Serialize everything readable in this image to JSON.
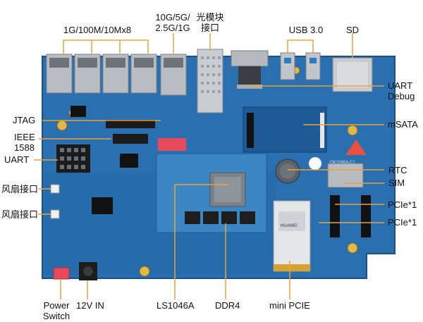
{
  "labels": {
    "ethernet_1g": "1G/100M/10Mx8",
    "ethernet_10g": "10G/5G/\n2.5G/1G",
    "optical_module": "光模块\n接口",
    "usb": "USB 3.0",
    "sd": "SD",
    "uart_debug": "UART\nDebug",
    "msata": "mSATA",
    "jtag": "JTAG",
    "ieee1588": "IEEE\n1588",
    "uart": "UART",
    "rtc": "RTC",
    "sim": "SIM",
    "fan1": "风扇接口",
    "fan2": "风扇接口",
    "pcie1": "PCIe*1",
    "pcie2": "PCIe*1",
    "power_switch": "Power\nSwitch",
    "power_in": "12V IN",
    "cpu": "LS1046A",
    "ddr": "DDR4",
    "mini_pcie": "mini PCIE"
  },
  "board_silkscreen": {
    "model": "OK1046A-C1",
    "module_brand": "HUAWEI"
  },
  "colors": {
    "board": "#2a6fb0",
    "board_dark": "#1d5a96",
    "som": "#3c86c4",
    "chip": "#7a8189",
    "metal": "#c9ccd0",
    "gold": "#d6a531",
    "leader": "#e8a33a",
    "dip_switch": "#e64a5c"
  },
  "icons": [
    "ethernet-port-icon",
    "sfp-cage-icon",
    "db9-connector-icon",
    "usb-port-icon",
    "sd-slot-icon",
    "coin-cell-icon",
    "barrel-jack-icon"
  ]
}
